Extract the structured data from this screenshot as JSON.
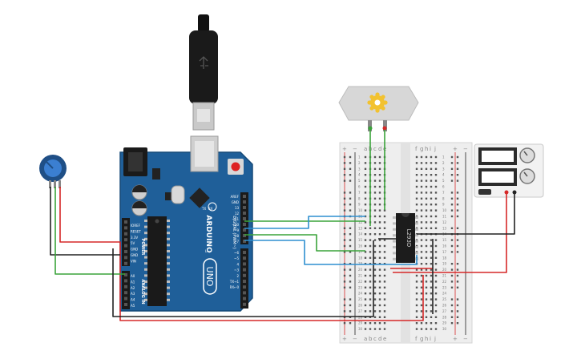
{
  "arduino": {
    "brand": "ARDUINO",
    "model": "UNO",
    "power_header": "POWER",
    "analog_header": "ANALOG IN",
    "digital_header": "DIGITAL (PWM~)",
    "power_pins": [
      "IOREF",
      "RESET",
      "3.3V",
      "5V",
      "GND",
      "GND",
      "VIN"
    ],
    "analog_pins": [
      "A0",
      "A1",
      "A2",
      "A3",
      "A4",
      "A5"
    ],
    "digital_pins": [
      "AREF",
      "GND",
      "13",
      "12",
      "~11",
      "~10",
      "~9",
      "8",
      "7",
      "~6",
      "~5",
      "4",
      "~3",
      "2",
      "TX→1",
      "RX←0"
    ],
    "led_labels": [
      "TX",
      "RX",
      "L"
    ]
  },
  "breadboard": {
    "col_letters_left": [
      "a",
      "b",
      "c",
      "d",
      "e"
    ],
    "col_letters_right": [
      "f",
      "g",
      "h",
      "i",
      "j"
    ],
    "plus": "+",
    "minus": "−",
    "row_count": 30
  },
  "ic": {
    "label": "L293D"
  },
  "colors": {
    "wire_red": "#d62828",
    "wire_black": "#222222",
    "wire_green": "#3aa33a",
    "wire_blue": "#2e8fd0",
    "board": "#1f5f99",
    "breadboard": "#eeeeee"
  },
  "icons": [
    "usb-cable-icon",
    "potentiometer-icon",
    "dc-motor-icon",
    "power-supply-icon"
  ]
}
